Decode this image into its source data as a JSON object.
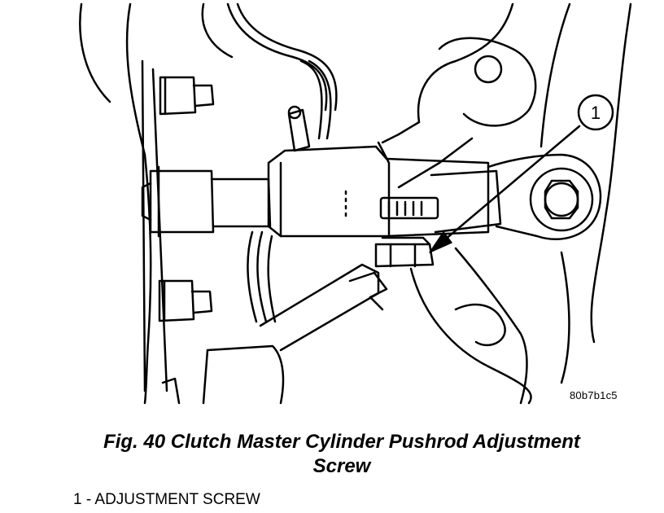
{
  "figure": {
    "code": "80b7b1c5",
    "caption_line1": "Fig. 40 Clutch Master Cylinder Pushrod Adjustment",
    "caption_line2": "Screw"
  },
  "callouts": [
    {
      "number": "1",
      "label": "1 - ADJUSTMENT SCREW"
    }
  ],
  "colors": {
    "ink": "#000000",
    "paper": "#ffffff"
  }
}
